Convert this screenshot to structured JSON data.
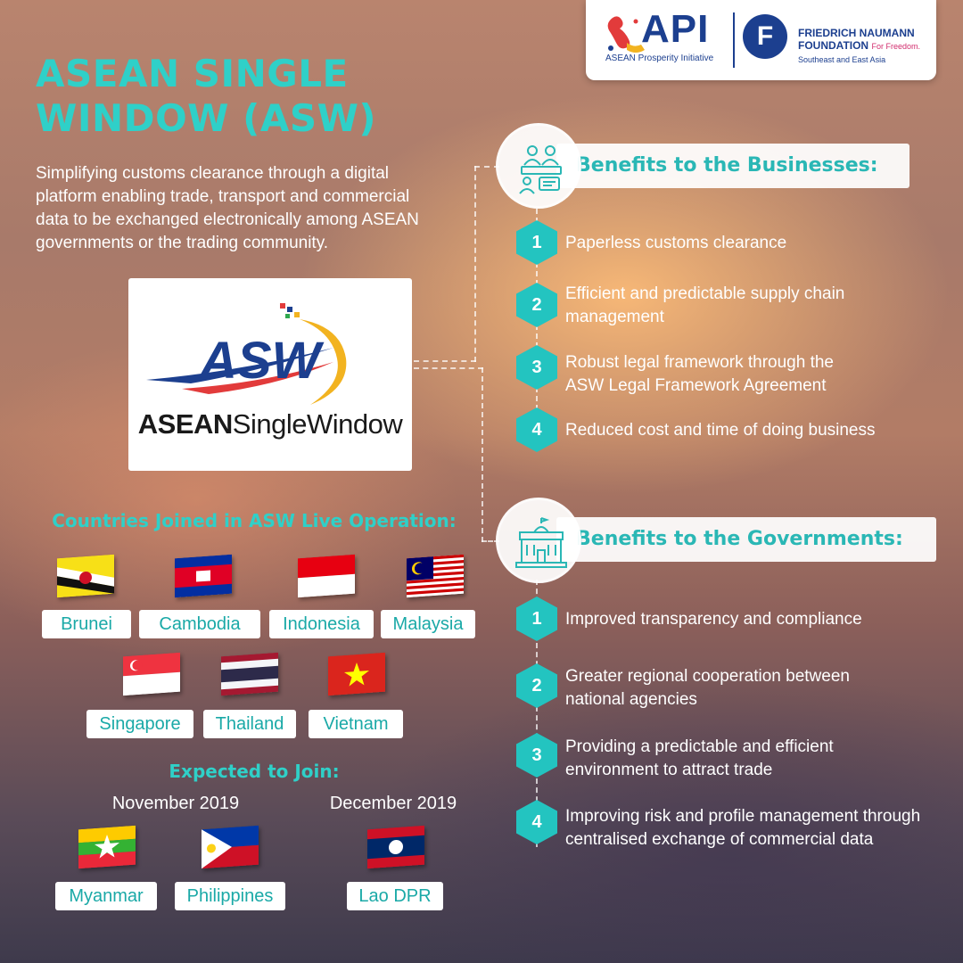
{
  "logos": {
    "api_name": "API",
    "api_subtitle": "ASEAN Prosperity Initiative",
    "fnf_letter": "F",
    "fnf_name": "FRIEDRICH NAUMANN FOUNDATION",
    "fnf_tagline": "For Freedom.",
    "fnf_region": "Southeast and East Asia"
  },
  "title": "ASEAN SINGLE WINDOW (ASW)",
  "intro": "Simplifying customs clearance through a digital platform enabling trade, transport and commercial data to be exchanged electronically among ASEAN governments or the trading community.",
  "asw_logo": {
    "mark": "ASW",
    "word_bold": "ASEAN",
    "word_rest": "SingleWindow"
  },
  "countries": {
    "heading": "Countries Joined in ASW Live Operation:",
    "joined": [
      "Brunei",
      "Cambodia",
      "Indonesia",
      "Malaysia",
      "Singapore",
      "Thailand",
      "Vietnam"
    ],
    "expected_heading": "Expected to Join:",
    "expected": [
      {
        "month": "November 2019",
        "countries": [
          "Myanmar",
          "Philippines"
        ]
      },
      {
        "month": "December 2019",
        "countries": [
          "Lao DPR"
        ]
      }
    ]
  },
  "benefits_business": {
    "title": "Benefits to the Businesses:",
    "items": [
      {
        "num": "1",
        "text": "Paperless customs clearance"
      },
      {
        "num": "2",
        "text": "Efficient and predictable supply chain management"
      },
      {
        "num": "3",
        "text": "Robust legal framework through the ASW Legal Framework Agreement"
      },
      {
        "num": "4",
        "text": "Reduced cost and time of doing business"
      }
    ]
  },
  "benefits_government": {
    "title": "Benefits to the Governments:",
    "items": [
      {
        "num": "1",
        "text": "Improved transparency and compliance"
      },
      {
        "num": "2",
        "text": "Greater regional cooperation between national agencies"
      },
      {
        "num": "3",
        "text": "Providing a predictable and efficient environment to attract trade"
      },
      {
        "num": "4",
        "text": "Improving risk and profile management through centralised exchange of commercial data"
      }
    ]
  },
  "colors": {
    "accent": "#2fd0c8",
    "hex": "#23c4c0",
    "brand_blue": "#1c3f8f"
  }
}
